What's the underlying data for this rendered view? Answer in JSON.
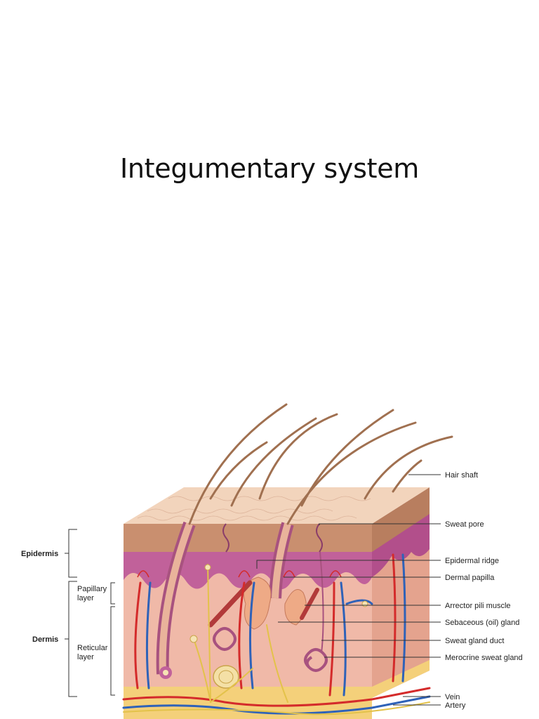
{
  "slide": {
    "title": "Integumentary system"
  },
  "diagram": {
    "left_labels": {
      "epidermis": "Epidermis",
      "papillary_line1": "Papillary",
      "papillary_line2": "layer",
      "dermis": "Dermis",
      "reticular_line1": "Reticular",
      "reticular_line2": "layer"
    },
    "right_labels": [
      "Hair shaft",
      "Sweat pore",
      "Epidermal ridge",
      "Dermal papilla",
      "Arrector pili muscle",
      "Sebaceous (oil) gland",
      "Sweat gland duct",
      "Merocrine sweat gland",
      "Vein",
      "Artery"
    ],
    "colors": {
      "epidermis": "#c98f6f",
      "epidermis_top": "#f2d4bc",
      "basal_layer": "#b95a8e",
      "dermis": "#f0b9a8",
      "artery": "#d42b2b",
      "vein": "#2f62b8",
      "nerve": "#e3c24a",
      "hair": "#a07050"
    }
  }
}
